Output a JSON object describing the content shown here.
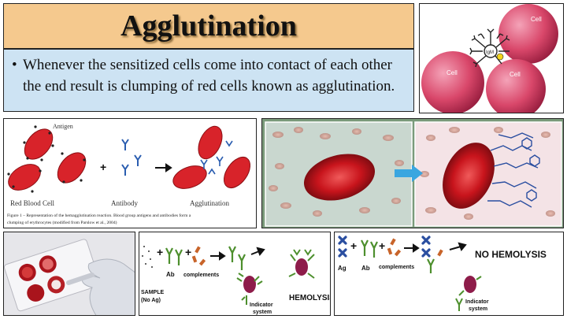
{
  "title": "Agglutination",
  "bullet": {
    "marker": "•",
    "text": "Whenever the sensitized cells come into contact of each other the end result is clumping of red cells known as agglutination."
  },
  "igm_figure": {
    "cell_top": "Cell",
    "cell_left": "Cell",
    "cell_right": "Cell",
    "antibody": "IgM"
  },
  "hemagglutination_figure": {
    "antigen_label": "Antigen",
    "plus": "+",
    "rbc_label": "Red Blood Cell",
    "antibody_label": "Antibody",
    "agglutination_label": "Agglutination",
    "caption_line1": "Figure 1 – Representation of the hemagglutination reaction. Blood group antigens and antibodies form a",
    "caption_line2": "clumping of erythrocytes (modified from Parslow et al., 2004)"
  },
  "hemolysis_figure": {
    "ab_label": "Ab",
    "complements_label": "complements",
    "sample_label_1": "SAMPLE",
    "sample_label_2": "(No Ag)",
    "indicator_1": "Indicator",
    "indicator_2": "system",
    "result": "HEMOLYSIS"
  },
  "no_hemolysis_figure": {
    "ag_label": "Ag",
    "ab_label": "Ab",
    "complements_label": "complements",
    "indicator_1": "Indicator",
    "indicator_2": "system",
    "result": "NO HEMOLYSIS"
  },
  "colors": {
    "title_bg": "#f5c98e",
    "bullet_bg": "#cde3f3",
    "rbc_red": "#d8232a",
    "cell_pink": "#d9476a",
    "antibody_blue": "#2a5db0",
    "antibody_green": "#6aa84f"
  }
}
